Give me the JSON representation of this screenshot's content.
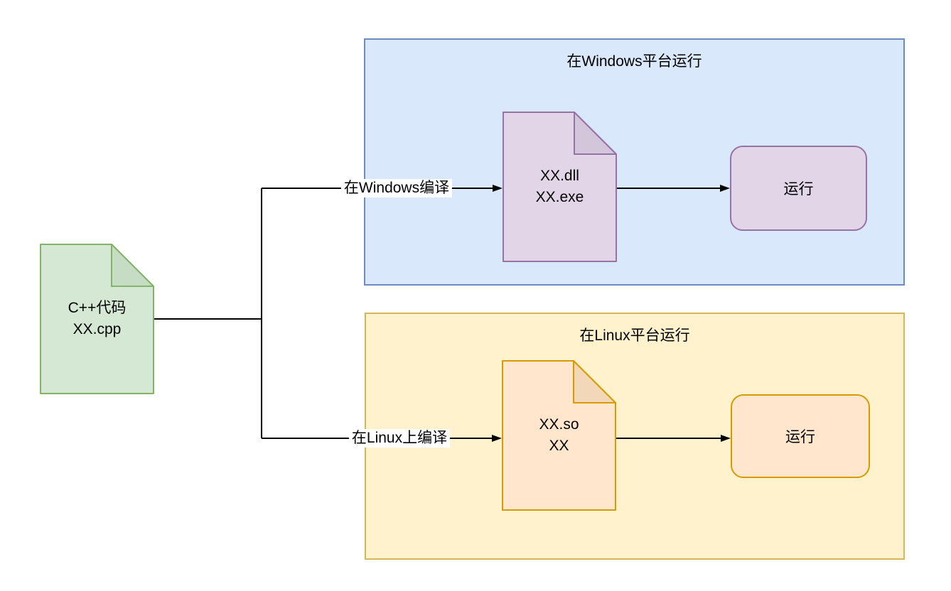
{
  "diagram": {
    "source": {
      "line1": "C++代码",
      "line2": "XX.cpp"
    },
    "edges": {
      "windows_compile": "在Windows编译",
      "linux_compile": "在Linux上编译"
    },
    "windows": {
      "title": "在Windows平台运行",
      "artifact_line1": "XX.dll",
      "artifact_line2": "XX.exe",
      "run_label": "运行"
    },
    "linux": {
      "title": "在Linux平台运行",
      "artifact_line1": "XX.so",
      "artifact_line2": "XX",
      "run_label": "运行"
    },
    "colors": {
      "green_fill": "#d5e8d4",
      "green_stroke": "#82b366",
      "green_fold": "#c7dcc5",
      "blue_fill": "#dae8fc",
      "blue_stroke": "#6c8ebf",
      "purple_fill": "#e1d5e7",
      "purple_stroke": "#9673a6",
      "purple_fold": "#d3c5da",
      "yellow_fill": "#fff2cc",
      "yellow_stroke": "#d6b656",
      "orange_fill": "#ffe6cc",
      "orange_stroke": "#d79b00",
      "orange_fold": "#f3d7b9",
      "connector": "#000000"
    }
  }
}
